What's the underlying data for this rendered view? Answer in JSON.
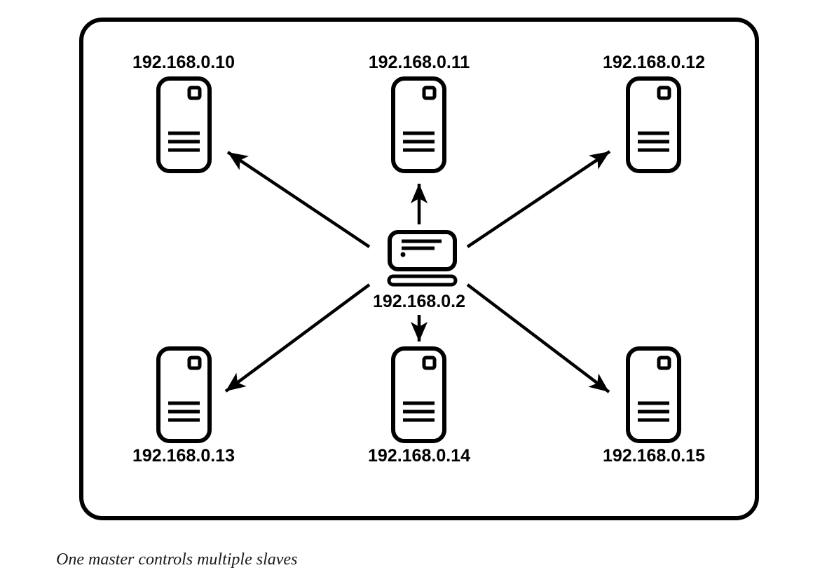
{
  "diagram": {
    "caption": "One master controls multiple slaves",
    "master": {
      "ip": "192.168.0.2",
      "icon": "laptop-icon",
      "role": "master"
    },
    "slaves": [
      {
        "ip": "192.168.0.10",
        "icon": "server-icon",
        "position": "top-left"
      },
      {
        "ip": "192.168.0.11",
        "icon": "server-icon",
        "position": "top-center"
      },
      {
        "ip": "192.168.0.12",
        "icon": "server-icon",
        "position": "top-right"
      },
      {
        "ip": "192.168.0.13",
        "icon": "server-icon",
        "position": "bottom-left"
      },
      {
        "ip": "192.168.0.14",
        "icon": "server-icon",
        "position": "bottom-center"
      },
      {
        "ip": "192.168.0.15",
        "icon": "server-icon",
        "position": "bottom-right"
      }
    ],
    "edges": [
      {
        "from": "192.168.0.2",
        "to": "192.168.0.10",
        "style": "arrow"
      },
      {
        "from": "192.168.0.2",
        "to": "192.168.0.11",
        "style": "arrow"
      },
      {
        "from": "192.168.0.2",
        "to": "192.168.0.12",
        "style": "arrow"
      },
      {
        "from": "192.168.0.2",
        "to": "192.168.0.13",
        "style": "arrow"
      },
      {
        "from": "192.168.0.2",
        "to": "192.168.0.14",
        "style": "arrow"
      },
      {
        "from": "192.168.0.2",
        "to": "192.168.0.15",
        "style": "arrow"
      }
    ],
    "colors": {
      "stroke": "#000000",
      "background": "#ffffff",
      "label_text": "#000000",
      "caption_text": "#1a1a1a"
    }
  }
}
